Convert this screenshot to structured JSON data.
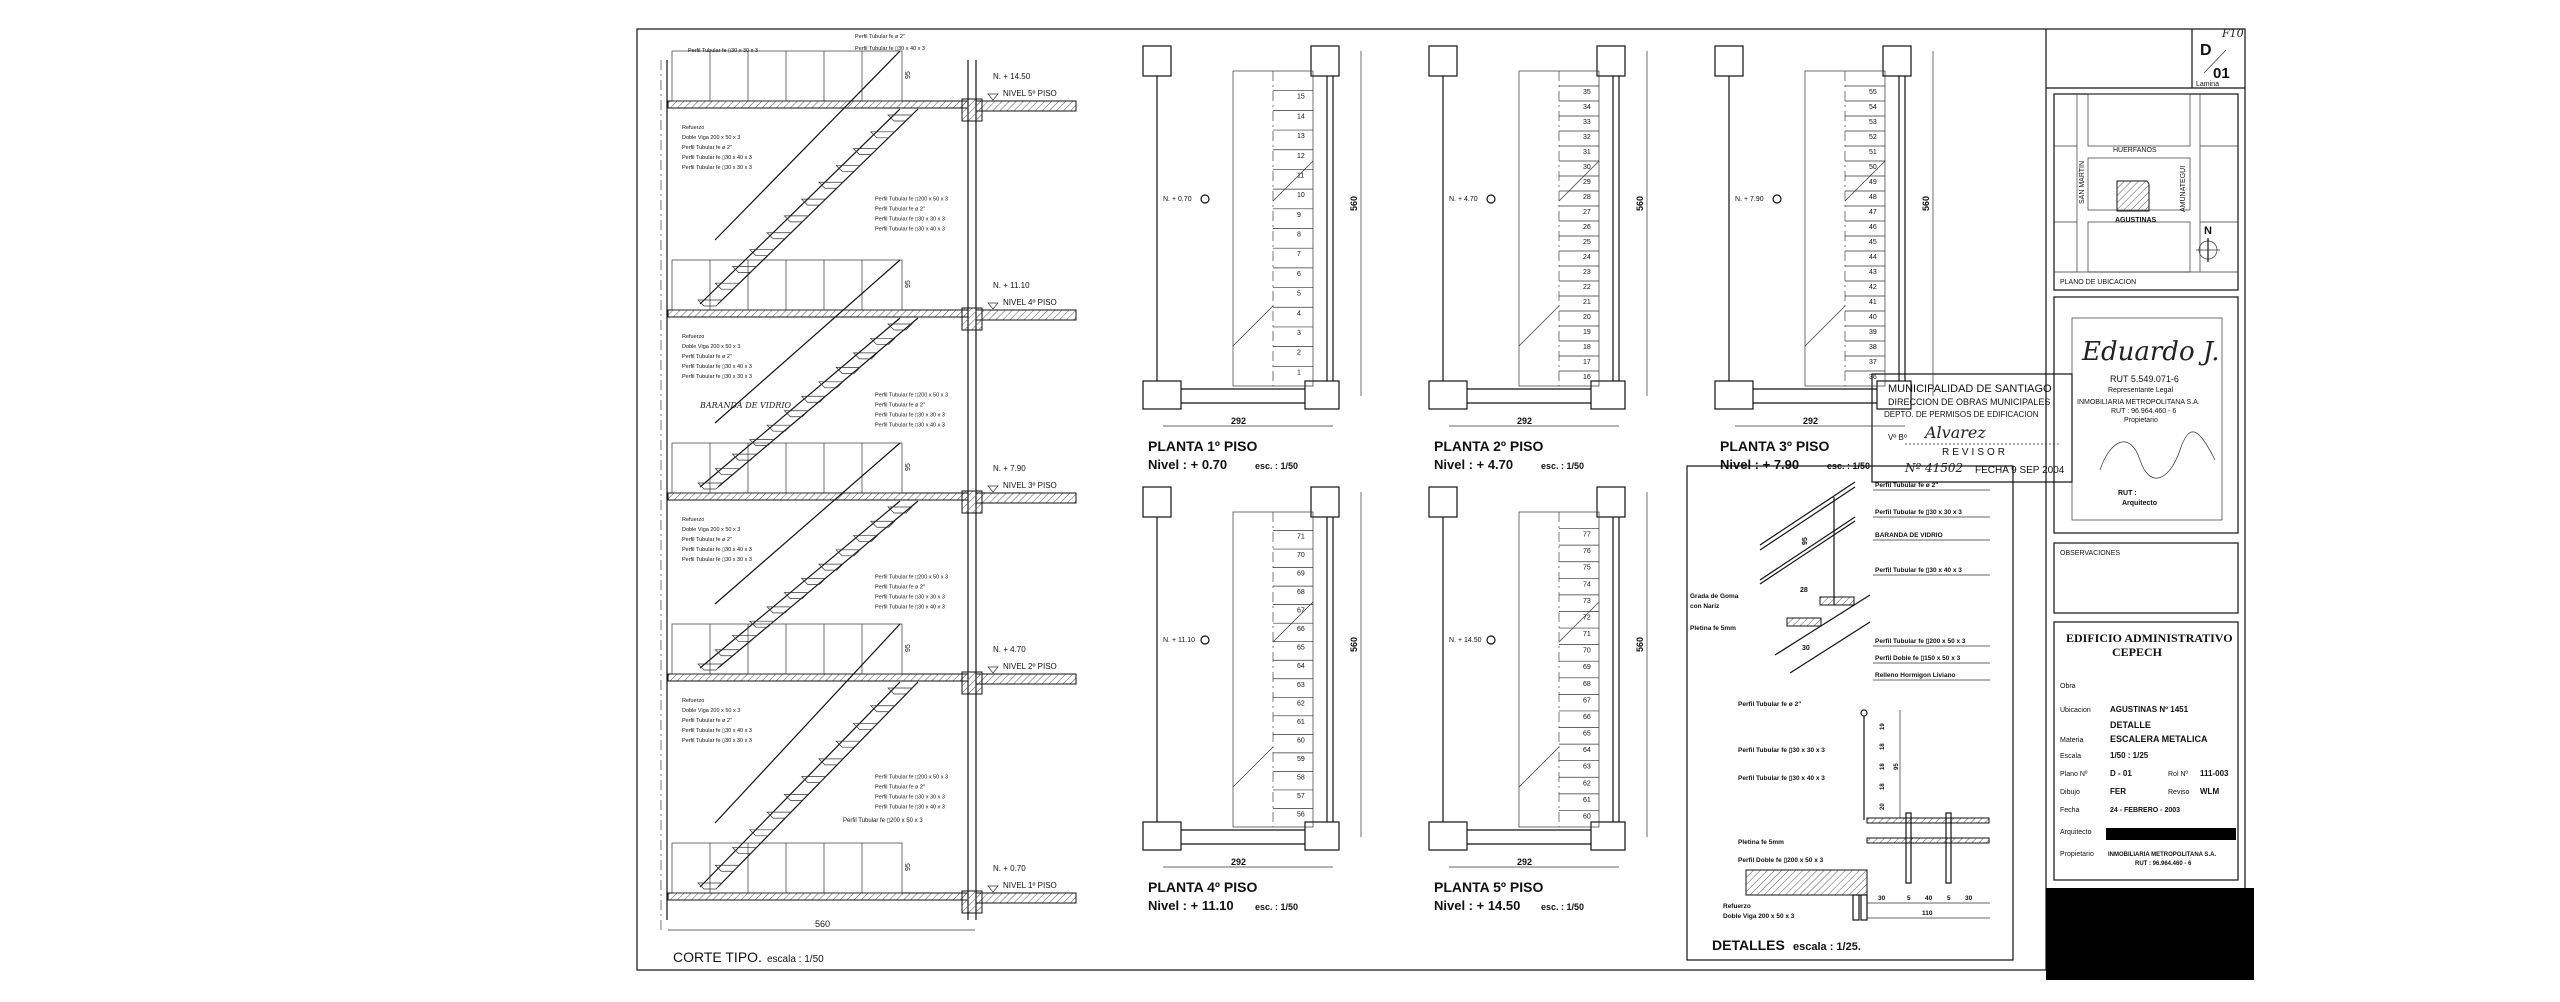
{
  "sheet": {
    "letter": "D",
    "number": "01",
    "lamina_label": "Lamina",
    "corner_note": "F10"
  },
  "location_plan": {
    "streets": [
      "HUERFANOS",
      "SAN MARTIN",
      "AMUNATEGUI",
      "AGUSTINAS"
    ],
    "north": "N",
    "title": "PLANO DE UBICACION"
  },
  "signatures": {
    "rut_legal": "RUT 5.549.071-6",
    "legal_role": "Representante Legal",
    "company": "INMOBILIARIA METROPOLITANA S.A.",
    "company_rut": "RUT : 96.964.460 - 6",
    "owner_role": "Propietario",
    "rut_arch": "RUT :",
    "arch_role": "Arquitecto"
  },
  "observaciones_label": "OBSERVACIONES",
  "project": {
    "title1": "EDIFICIO ADMINISTRATIVO",
    "title2": "CEPECH",
    "fields": [
      {
        "label": "Obra",
        "value": ""
      },
      {
        "label": "Ubicacion",
        "value": "AGUSTINAS Nº 1451"
      },
      {
        "label": "Materia",
        "value": "DETALLE",
        "value2": "ESCALERA METALICA"
      },
      {
        "label": "Escala",
        "value": "1/50 : 1/25"
      },
      {
        "label": "Plano Nº",
        "value": "D - 01",
        "label2": "Rol Nº",
        "value2": "111-003"
      },
      {
        "label": "Dibujo",
        "value": "FER",
        "label2": "Reviso",
        "value2": "WLM"
      },
      {
        "label": "Fecha",
        "value": "24 - FEBRERO - 2003"
      },
      {
        "label": "Arquitecto",
        "value": ""
      },
      {
        "label": "Propietario",
        "value": "INMOBILIARIA METROPOLITANA S.A.",
        "value2": "RUT : 96.964.460 - 6"
      }
    ]
  },
  "stamp": {
    "line1": "MUNICIPALIDAD DE SANTIAGO",
    "line2": "DIRECCION DE OBRAS MUNICIPALES",
    "line3": "DEPTO. DE PERMISOS DE EDIFICACION",
    "vb": "Vº Bº",
    "revisor": "REVISOR",
    "number": "Nº 41502",
    "fecha": "FECHA 9 SEP 2004"
  },
  "corte": {
    "title": "CORTE TIPO.",
    "scale": "escala : 1/50",
    "width_dim": "560",
    "height_dim": "95",
    "levels": [
      {
        "n": "N. + 14.50",
        "nivel": "NIVEL  5º PISO"
      },
      {
        "n": "N. + 11.10",
        "nivel": "NIVEL  4º PISO"
      },
      {
        "n": "N. + 7.90",
        "nivel": "NIVEL  3º PISO"
      },
      {
        "n": "N. + 4.70",
        "nivel": "NIVEL  2º PISO"
      },
      {
        "n": "N. + 0.70",
        "nivel": "NIVEL  1º PISO"
      }
    ],
    "notes_left": [
      "Refuerzo",
      "Doble Viga 200 x 50 x 3",
      "Perfil Tubular fe ø 2\"",
      "Perfil Tubular fe ▯30 x 40 x 3",
      "Perfil Tubular fe ▯30 x 30 x 3"
    ],
    "notes_right": [
      "Perfil Tubular fe ▯200 x 50 x 3",
      "Perfil Tubular fe ø 2\"",
      "Perfil Tubular fe ▯30 x 30 x 3",
      "Perfil Tubular fe ▯30 x 40 x 3"
    ],
    "notes_top": [
      "Perfil Tubular fe ø 2\"",
      "Perfil Tubular fe ▯30 x 40 x 3",
      "Perfil Tubular fe ▯30 x 30 x 3"
    ],
    "handnote": "BARANDA DE VIDRIO",
    "bottom_note": "Perfil Tubular fe ▯200 x 50 x 3"
  },
  "plans": [
    {
      "title": "PLANTA 1º PISO",
      "nivel": "Nivel : + 0.70",
      "esc": "esc. : 1/50",
      "mark": "N. + 0.70",
      "width": "292",
      "depth": "560",
      "steps": [
        "1",
        "2",
        "3",
        "4",
        "5",
        "6",
        "7",
        "8",
        "9",
        "10",
        "11",
        "12",
        "13",
        "14",
        "15"
      ]
    },
    {
      "title": "PLANTA 2º PISO",
      "nivel": "Nivel : + 4.70",
      "esc": "esc. : 1/50",
      "mark": "N. + 4.70",
      "width": "292",
      "depth": "560",
      "steps": [
        "16",
        "17",
        "18",
        "19",
        "20",
        "21",
        "22",
        "23",
        "24",
        "25",
        "26",
        "27",
        "28",
        "29",
        "30",
        "31",
        "32",
        "33",
        "34",
        "35"
      ]
    },
    {
      "title": "PLANTA 3º PISO",
      "nivel": "Nivel : + 7.90",
      "esc": "esc. : 1/50",
      "mark": "N. + 7.90",
      "width": "292",
      "depth": "560",
      "steps": [
        "36",
        "37",
        "38",
        "39",
        "40",
        "41",
        "42",
        "43",
        "44",
        "45",
        "46",
        "47",
        "48",
        "49",
        "50",
        "51",
        "52",
        "53",
        "54",
        "55"
      ]
    },
    {
      "title": "PLANTA 4º PISO",
      "nivel": "Nivel : + 11.10",
      "esc": "esc. : 1/50",
      "mark": "N. + 11.10",
      "width": "292",
      "depth": "560",
      "steps": [
        "56",
        "57",
        "58",
        "59",
        "60",
        "61",
        "62",
        "63",
        "64",
        "65",
        "66",
        "67",
        "68",
        "69",
        "70",
        "71"
      ]
    },
    {
      "title": "PLANTA 5º PISO",
      "nivel": "Nivel : + 14.50",
      "esc": "esc. : 1/50",
      "mark": "N. + 14.50",
      "width": "292",
      "depth": "560",
      "steps": [
        "60",
        "61",
        "62",
        "63",
        "64",
        "65",
        "66",
        "67",
        "68",
        "69",
        "70",
        "71",
        "72",
        "73",
        "74",
        "75",
        "76",
        "77"
      ]
    }
  ],
  "detalles": {
    "title": "DETALLES",
    "scale": "escala : 1/25.",
    "iso_notes": [
      "Perfil Tubular fe ø 2\"",
      "Perfil Tubular fe ▯30 x 30 x 3",
      "BARANDA DE VIDRIO",
      "Perfil Tubular fe ▯30 x 40 x 3",
      "Perfil Tubular fe ▯200 x 50 x 3",
      "Perfil Doble fe ▯150 x 50 x 3",
      "Relleno Hormigon Liviano"
    ],
    "iso_left": [
      "Grada de Goma",
      "con Nariz",
      "Pletina fe 5mm"
    ],
    "iso_dims": [
      "95",
      "28",
      "30"
    ],
    "sec_notes": [
      "Perfil Tubular fe ø 2\"",
      "Perfil Tubular fe ▯30 x 30 x 3",
      "Perfil Tubular fe ▯30 x 40 x 3",
      "Pletina fe 5mm",
      "Perfil Doble fe ▯200 x 50 x 3",
      "Refuerzo",
      "Doble Viga 200 x 50 x 3"
    ],
    "sec_vdims": [
      "19",
      "18",
      "18",
      "18",
      "20"
    ],
    "sec_total": "95",
    "sec_hdims": [
      "30",
      "5",
      "40",
      "5",
      "30"
    ],
    "sec_width": "110"
  }
}
